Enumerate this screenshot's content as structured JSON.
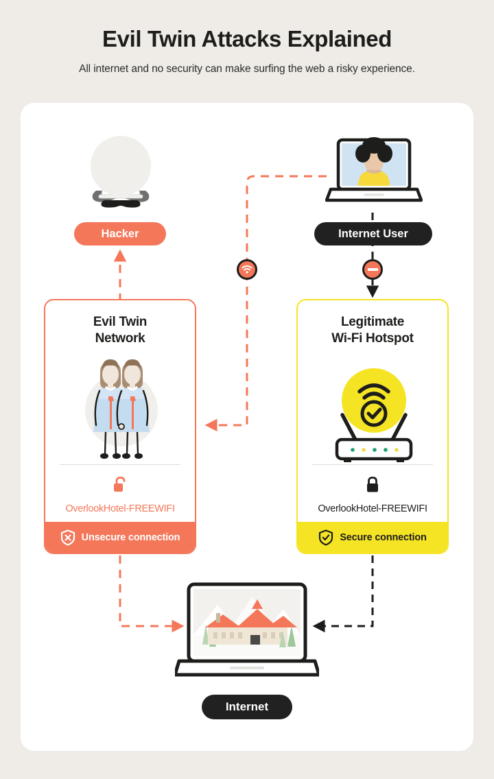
{
  "header": {
    "title": "Evil Twin Attacks Explained",
    "subtitle": "All internet and no security can make surfing the web a risky experience."
  },
  "actors": {
    "hacker": {
      "label": "Hacker",
      "icon": "hacker-person-icon"
    },
    "internet_user": {
      "label": "Internet User",
      "icon": "user-laptop-icon"
    },
    "internet": {
      "label": "Internet",
      "icon": "internet-laptop-icon"
    }
  },
  "badges": {
    "wifi_intercept": {
      "icon": "wifi-signal-icon"
    },
    "blocked": {
      "icon": "no-entry-icon"
    }
  },
  "cards": [
    {
      "id": "evil-twin-network",
      "title": "Evil Twin\nNetwork",
      "title_line1": "Evil Twin",
      "title_line2": "Network",
      "art": "twin-girls-icon",
      "lock_icon": "unlocked-padlock-icon",
      "ssid": "OverlookHotel-FREEWIFI",
      "status_label": "Unsecure connection",
      "status_icon": "shield-x-icon",
      "accent": "#f4775a"
    },
    {
      "id": "legitimate-wifi-hotspot",
      "title": "Legitimate\nWi-Fi Hotspot",
      "title_line1": "Legitimate",
      "title_line2": "Wi-Fi Hotspot",
      "art": "wifi-router-icon",
      "lock_icon": "locked-padlock-icon",
      "ssid": "OverlookHotel-FREEWIFI",
      "status_label": "Secure connection",
      "status_icon": "shield-check-icon",
      "accent": "#f5e424"
    }
  ],
  "colors": {
    "page_background": "#efece8",
    "panel_background": "#ffffff",
    "danger": "#f4775a",
    "safe": "#f5e424",
    "ink": "#1d1d1b"
  },
  "flows": [
    {
      "name": "user-to-evil-twin",
      "style": "dashed",
      "color": "#f4775a"
    },
    {
      "name": "evil-twin-to-hacker",
      "style": "dashed",
      "color": "#f4775a"
    },
    {
      "name": "evil-twin-to-internet",
      "style": "dashed",
      "color": "#f4775a"
    },
    {
      "name": "user-to-legit-hotspot",
      "style": "dashed",
      "color": "#1d1d1b"
    },
    {
      "name": "legit-hotspot-to-internet",
      "style": "dashed",
      "color": "#1d1d1b"
    }
  ]
}
